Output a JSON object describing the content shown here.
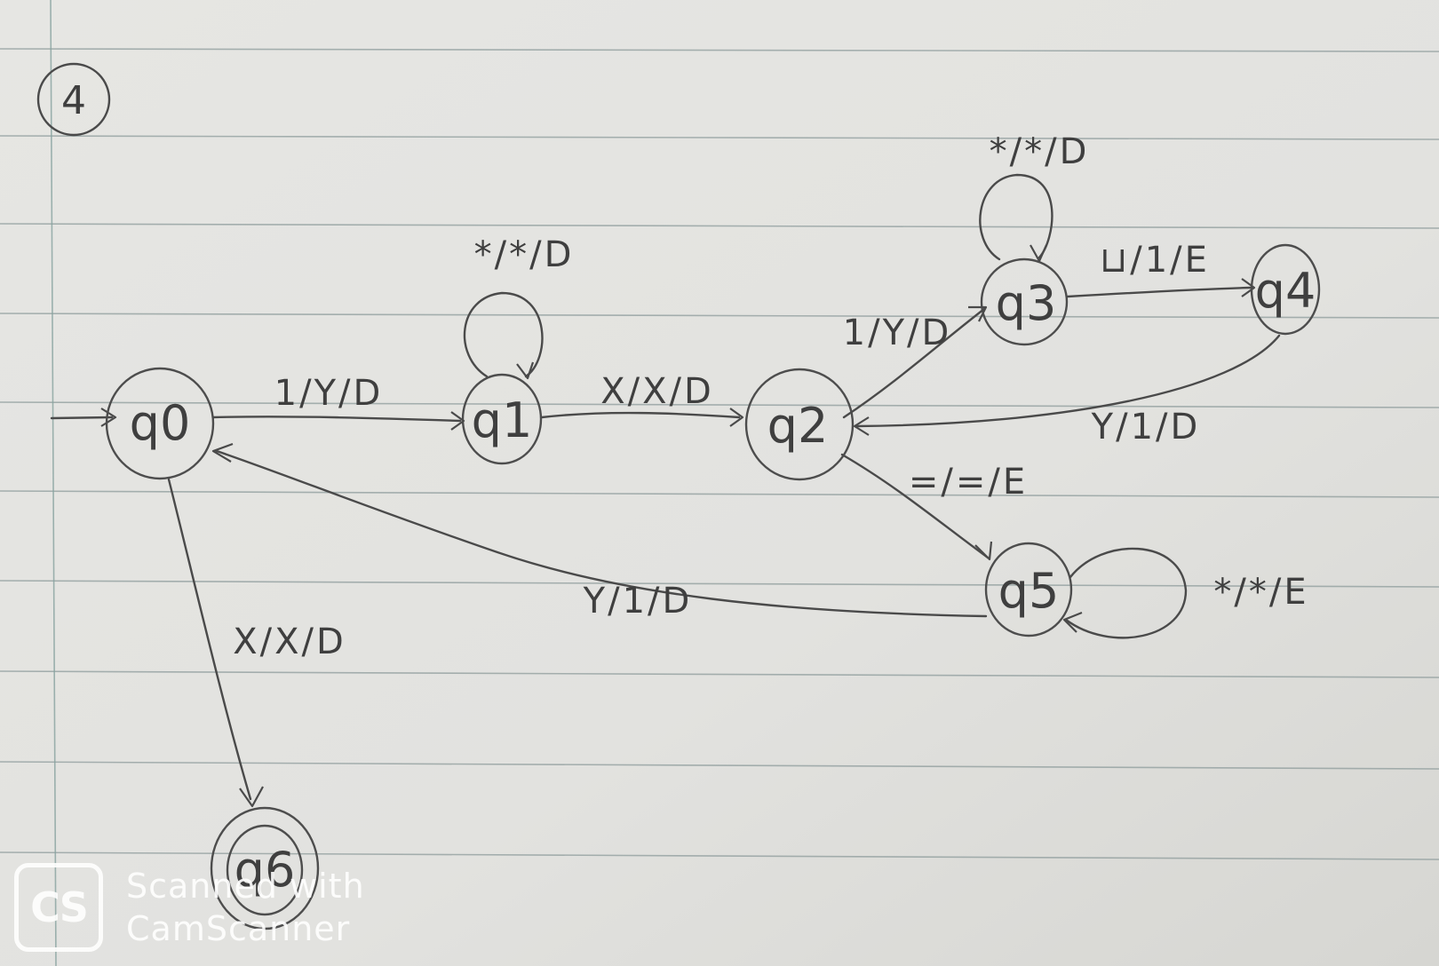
{
  "corner_label": "4",
  "states": {
    "q0": "q0",
    "q1": "q1",
    "q2": "q2",
    "q3": "q3",
    "q4": "q4",
    "q5": "q5",
    "q6": "q6"
  },
  "edges": {
    "q0_q1": "1/Y/D",
    "q1_loop": "*/*/D",
    "q1_q2": "X/X/D",
    "q2_q3": "1/Y/D",
    "q3_loop": "*/*/D",
    "q3_q4": "⊔/1/E",
    "q4_q2": "Y/1/D",
    "q2_q5": "=/=/E",
    "q5_loop": "*/*/E",
    "q5_q0": "Y/1/D",
    "q0_q6": "X/X/D"
  },
  "watermark": {
    "badge": "CS",
    "line1": "Scanned with",
    "line2": "CamScanner"
  }
}
